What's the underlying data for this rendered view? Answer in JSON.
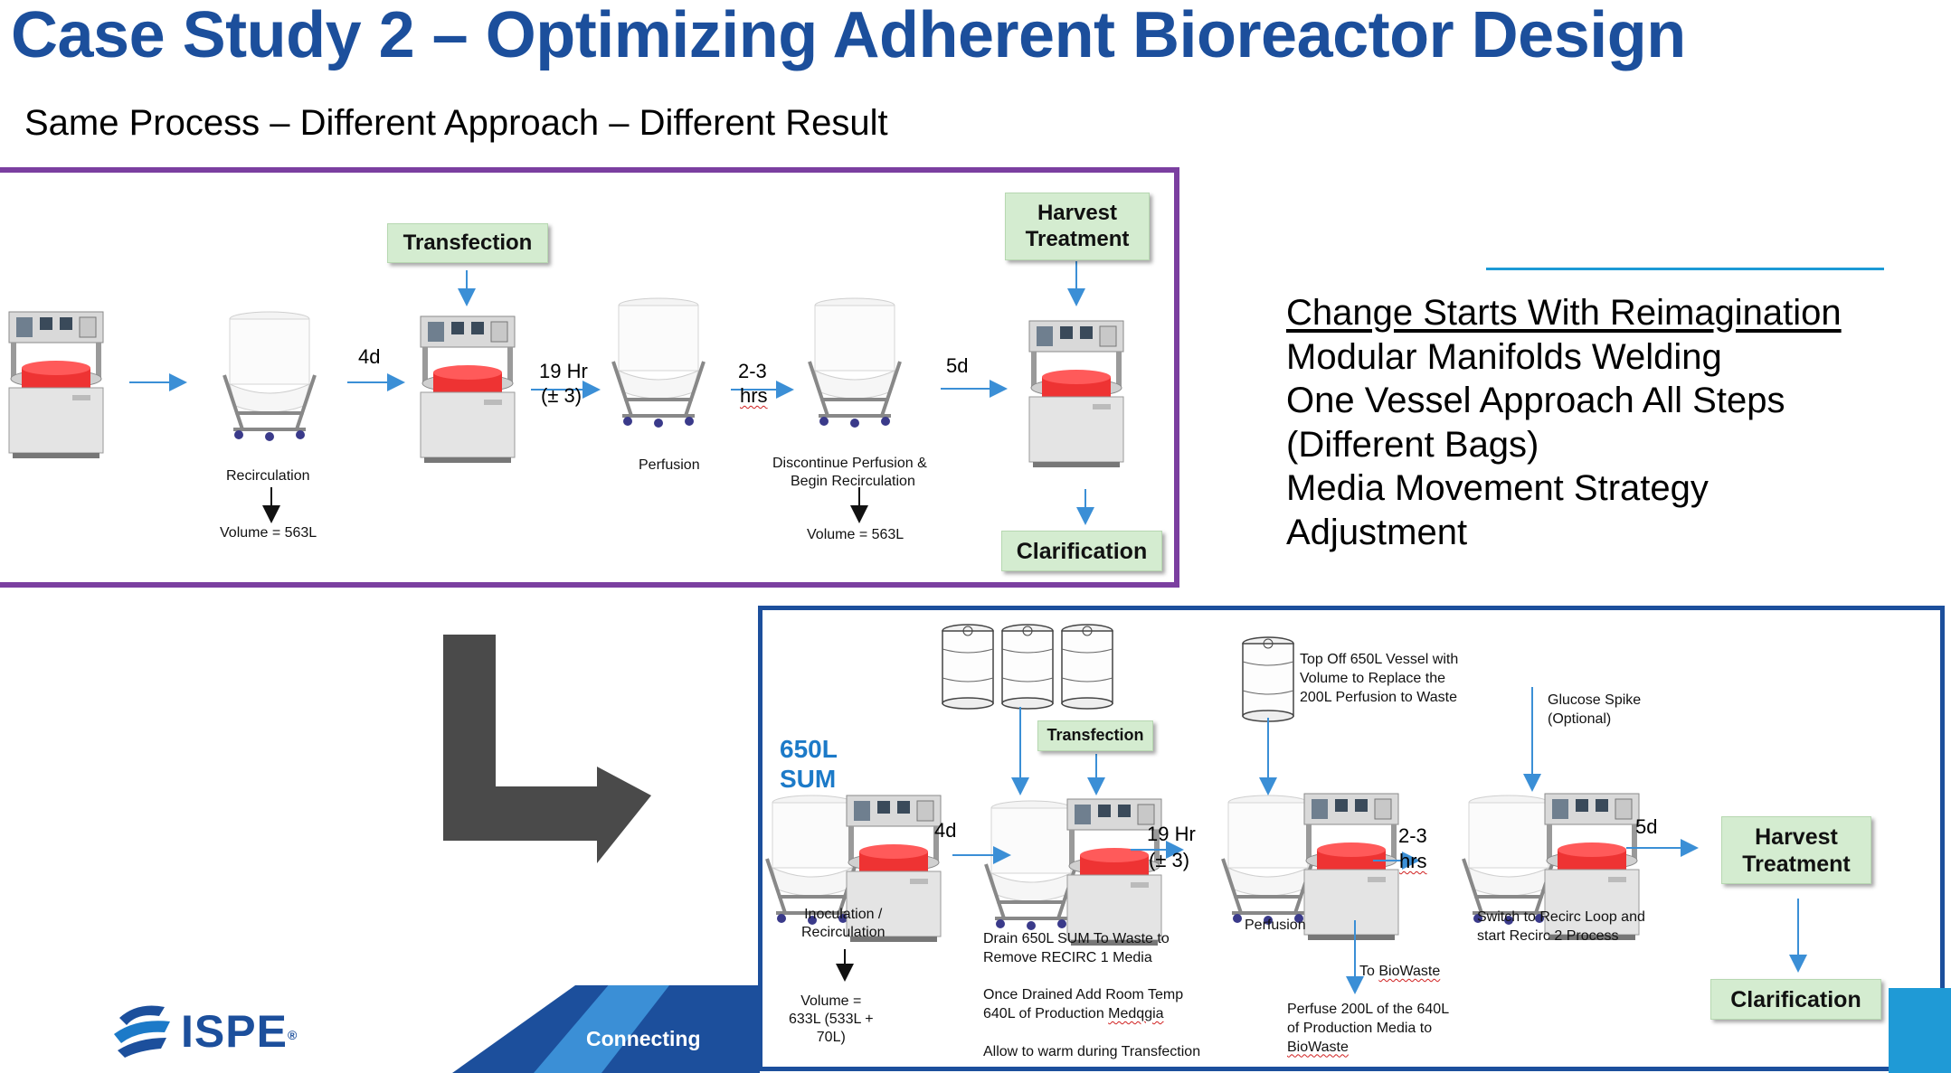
{
  "title": "Case Study 2 – Optimizing Adherent Bioreactor Design",
  "subtitle": "Same Process – Different Approach – Different Result",
  "top_panel": {
    "transfection": "Transfection",
    "harvest_treatment": "Harvest Treatment",
    "clarification": "Clarification",
    "step_4d": "4d",
    "step_19hr": "19 Hr",
    "step_19hr_pm": "(± 3)",
    "step_23": "2-3",
    "step_23_unit": "hrs",
    "step_5d": "5d",
    "recirculation": "Recirculation",
    "volume_1": "Volume = 563L",
    "perfusion": "Perfusion",
    "discontinue_1": "Discontinue Perfusion &",
    "discontinue_2": "Begin Recirculation",
    "volume_2": "Volume = 563L"
  },
  "right_list": {
    "heading": "Change Starts With Reimagination",
    "line1": "Modular Manifolds Welding",
    "line2": "One Vessel Approach All Steps",
    "line3": "(Different Bags)",
    "line4": "Media Movement Strategy",
    "line5": "Adjustment"
  },
  "bottom_panel": {
    "sum_1": "650L",
    "sum_2": "SUM",
    "transfection": "Transfection",
    "harvest_treatment": "Harvest Treatment",
    "clarification": "Clarification",
    "step_4d": "4d",
    "step_19hr": "19 Hr",
    "step_19hr_pm": "(± 3)",
    "step_23": "2-3",
    "step_23_unit": "hrs",
    "step_5d": "5d",
    "inoc_1": "Inoculation /",
    "inoc_2": "Recirculation",
    "vol_1": "Volume =",
    "vol_2": "633L (533L +",
    "vol_3": "70L)",
    "drain_1": "Drain 650L SUM To Waste to",
    "drain_2": "Remove RECIRC 1 Media",
    "drained_1": "Once Drained Add Room Temp",
    "drained_2a": "640L of Production ",
    "drained_2b": "Medqgia",
    "warm": "Allow to warm during Transfection",
    "topoff_1": "Top Off 650L Vessel with",
    "topoff_2": "Volume to Replace the",
    "topoff_3": "200L Perfusion to Waste",
    "perfusion": "Perfusion",
    "to_1": "To ",
    "to_2": "BioWaste",
    "perfuse_1": "Perfuse 200L of the 640L",
    "perfuse_2": "of Production Media to",
    "perfuse_3": "BioWaste",
    "glucose_1": "Glucose Spike",
    "glucose_2": "(Optional)",
    "switch_1": "Switch to Recirc Loop and",
    "switch_2": "start Recirc 2 Process"
  },
  "footer": {
    "logo": "ISPE",
    "logo_mark": "®",
    "connecting": "Connecting"
  },
  "colors": {
    "title": "#1c4f9c",
    "top_frame": "#7b3fa0",
    "bottom_frame": "#1c4f9c",
    "green_box": "#d4ecd0",
    "arrow": "#3b8fd6",
    "big_arrow": "#4a4a4a",
    "accent_line": "#1c9ad6"
  }
}
